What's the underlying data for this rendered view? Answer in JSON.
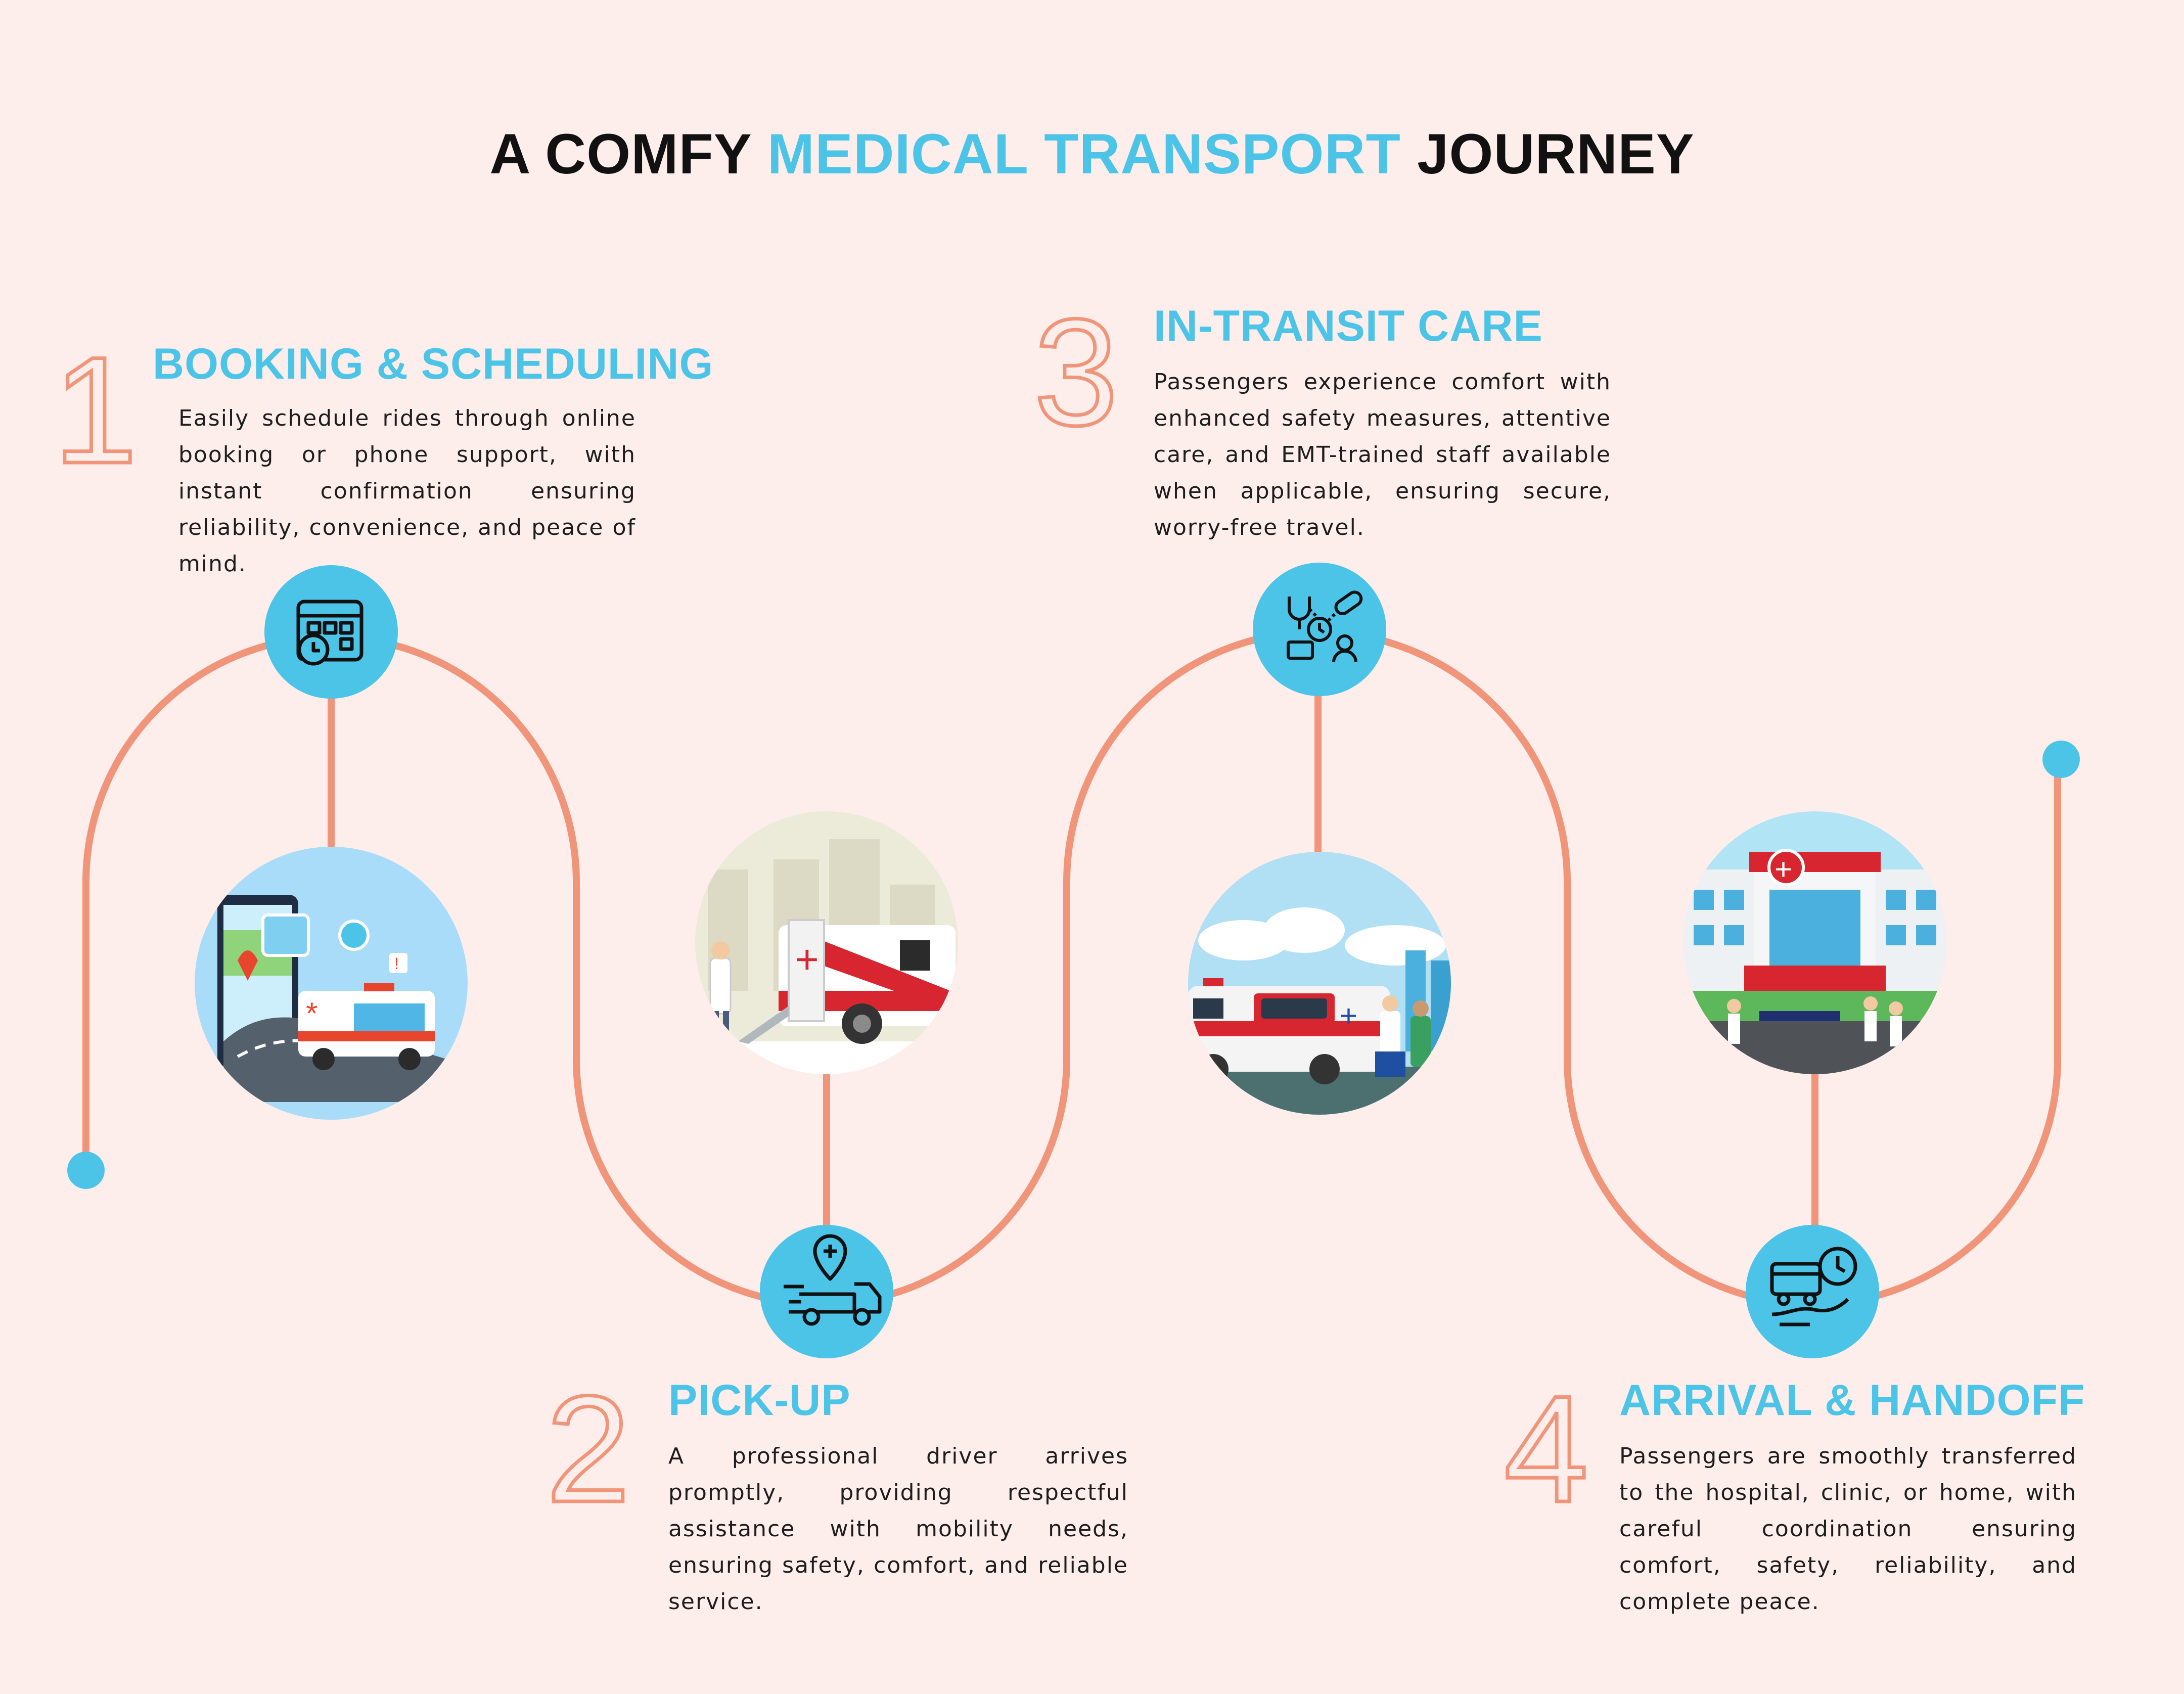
{
  "title": {
    "prefix": "A COMFY",
    "highlight": "MEDICAL TRANSPORT",
    "suffix": "JOURNEY"
  },
  "steps": [
    {
      "number": "1",
      "heading": "BOOKING & SCHEDULING",
      "description": "Easily schedule rides through online booking or phone support, with instant confirmation ensuring reliability, convenience, and peace of mind.",
      "icon": "calendar-clock-icon",
      "illustration": "phone-map-ambulance-illustration"
    },
    {
      "number": "2",
      "heading": "PICK-UP",
      "description": "A professional driver arrives promptly, providing respectful assistance with mobility needs, ensuring safety, comfort, and reliable service.",
      "icon": "ambulance-pin-icon",
      "illustration": "doctor-ambulance-ramp-illustration"
    },
    {
      "number": "3",
      "heading": "IN-TRANSIT CARE",
      "description": "Passengers experience comfort with enhanced safety measures, attentive care, and EMT-trained staff available when applicable, ensuring secure, worry-free travel.",
      "icon": "medical-care-network-icon",
      "illustration": "ambulance-with-staff-illustration"
    },
    {
      "number": "4",
      "heading": "ARRIVAL & HANDOFF",
      "description": "Passengers are smoothly transferred to the hospital, clinic, or home, with careful coordination ensuring comfort, safety, reliability, and complete peace.",
      "icon": "vehicle-care-clock-icon",
      "illustration": "hospital-arrival-illustration"
    }
  ],
  "colors": {
    "background": "#fdeeeb",
    "accent": "#4cc4e8",
    "path": "#f0957a",
    "text": "#1d1d1d"
  }
}
